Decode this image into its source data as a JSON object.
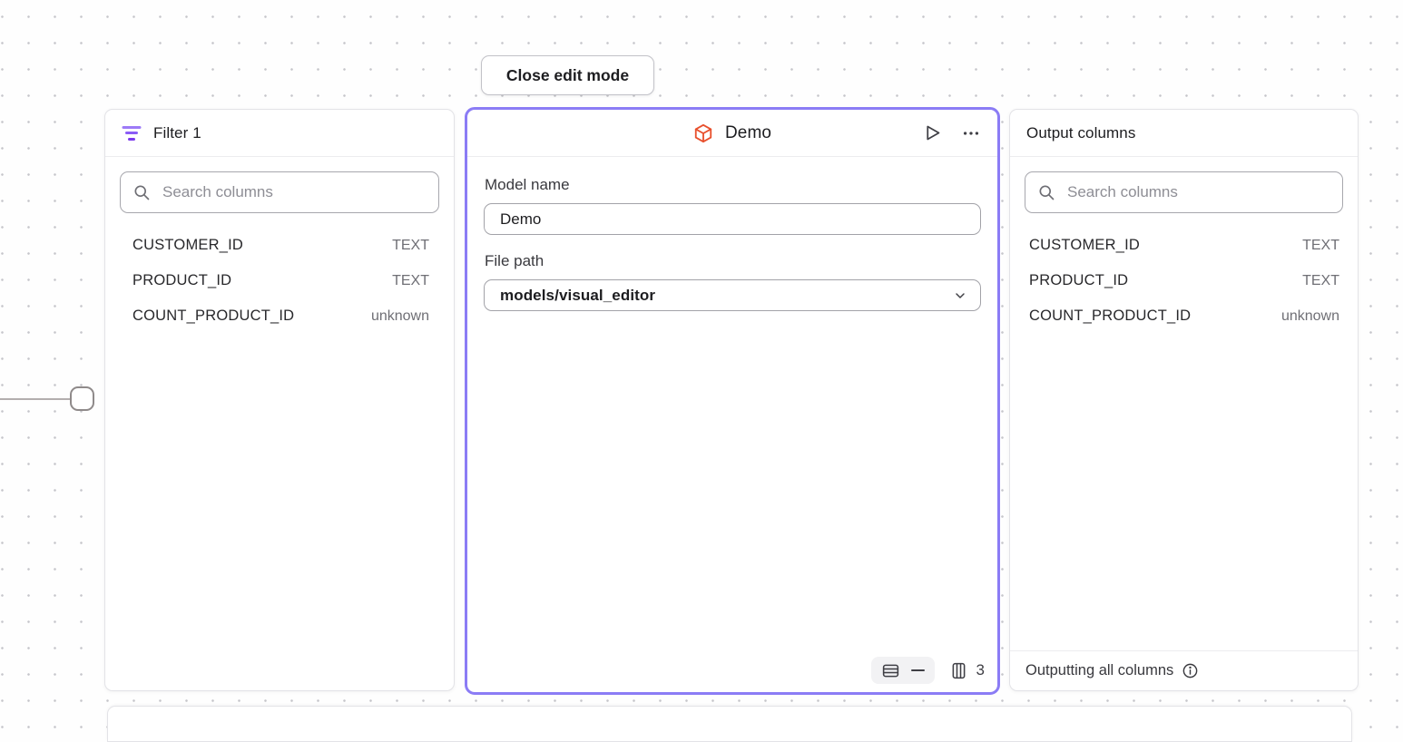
{
  "toolbar": {
    "close_button_label": "Close edit mode"
  },
  "filter_panel": {
    "title": "Filter 1",
    "search_placeholder": "Search columns",
    "columns": [
      {
        "name": "CUSTOMER_ID",
        "type": "TEXT"
      },
      {
        "name": "PRODUCT_ID",
        "type": "TEXT"
      },
      {
        "name": "COUNT_PRODUCT_ID",
        "type": "unknown"
      }
    ]
  },
  "model_panel": {
    "title": "Demo",
    "model_name_label": "Model name",
    "model_name_value": "Demo",
    "file_path_label": "File path",
    "file_path_value": "models/visual_editor",
    "row_count": "—",
    "column_count": "3"
  },
  "output_panel": {
    "title": "Output columns",
    "search_placeholder": "Search columns",
    "columns": [
      {
        "name": "CUSTOMER_ID",
        "type": "TEXT"
      },
      {
        "name": "PRODUCT_ID",
        "type": "TEXT"
      },
      {
        "name": "COUNT_PRODUCT_ID",
        "type": "unknown"
      }
    ],
    "footer_text": "Outputting all columns"
  },
  "colors": {
    "selection_purple": "#8b7cf5",
    "filter_icon_purple": "#8b5cf6",
    "model_icon_orange": "#e8502d"
  }
}
